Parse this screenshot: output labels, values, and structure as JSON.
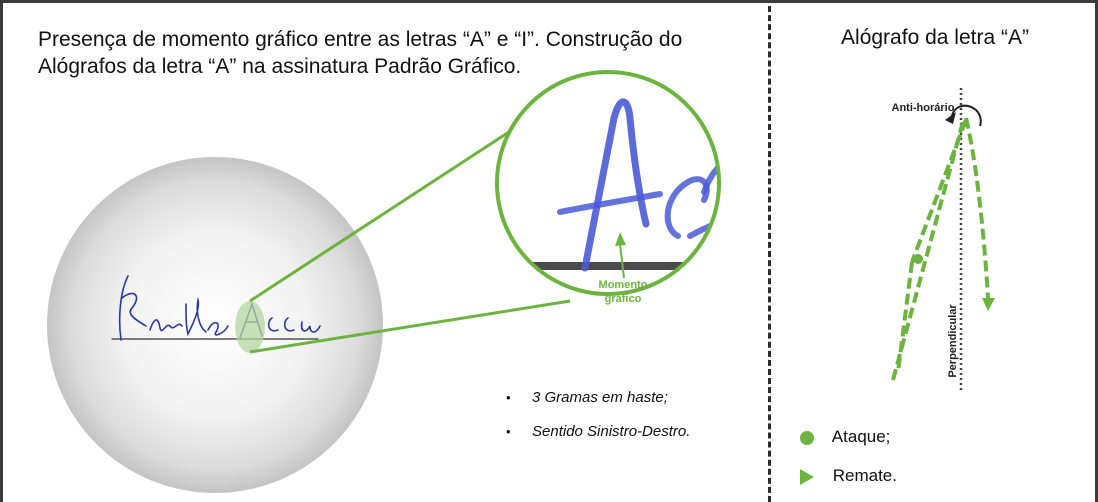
{
  "left_panel": {
    "title_line1": "Presença de momento gráfico entre as letras “A” e “I”. Construção do",
    "title_line2": "Alógrafos da letra “A” na assinatura Padrão Gráfico.",
    "zoom_label_line1": "Momento",
    "zoom_label_line2": "gráfico",
    "bullets": [
      "3 Gramas em haste;",
      "Sentido Sinistro-Destro."
    ]
  },
  "right_panel": {
    "title": "Alógrafo da letra “A”",
    "rotation_label": "Anti-horário",
    "vertical_label": "Perpendicular",
    "legend": {
      "attack": "Ataque;",
      "finish": "Remate."
    }
  },
  "colors": {
    "accent_green": "#6cb33f",
    "ink_blue": "#3340c8",
    "divider": "#2b2b2b"
  }
}
